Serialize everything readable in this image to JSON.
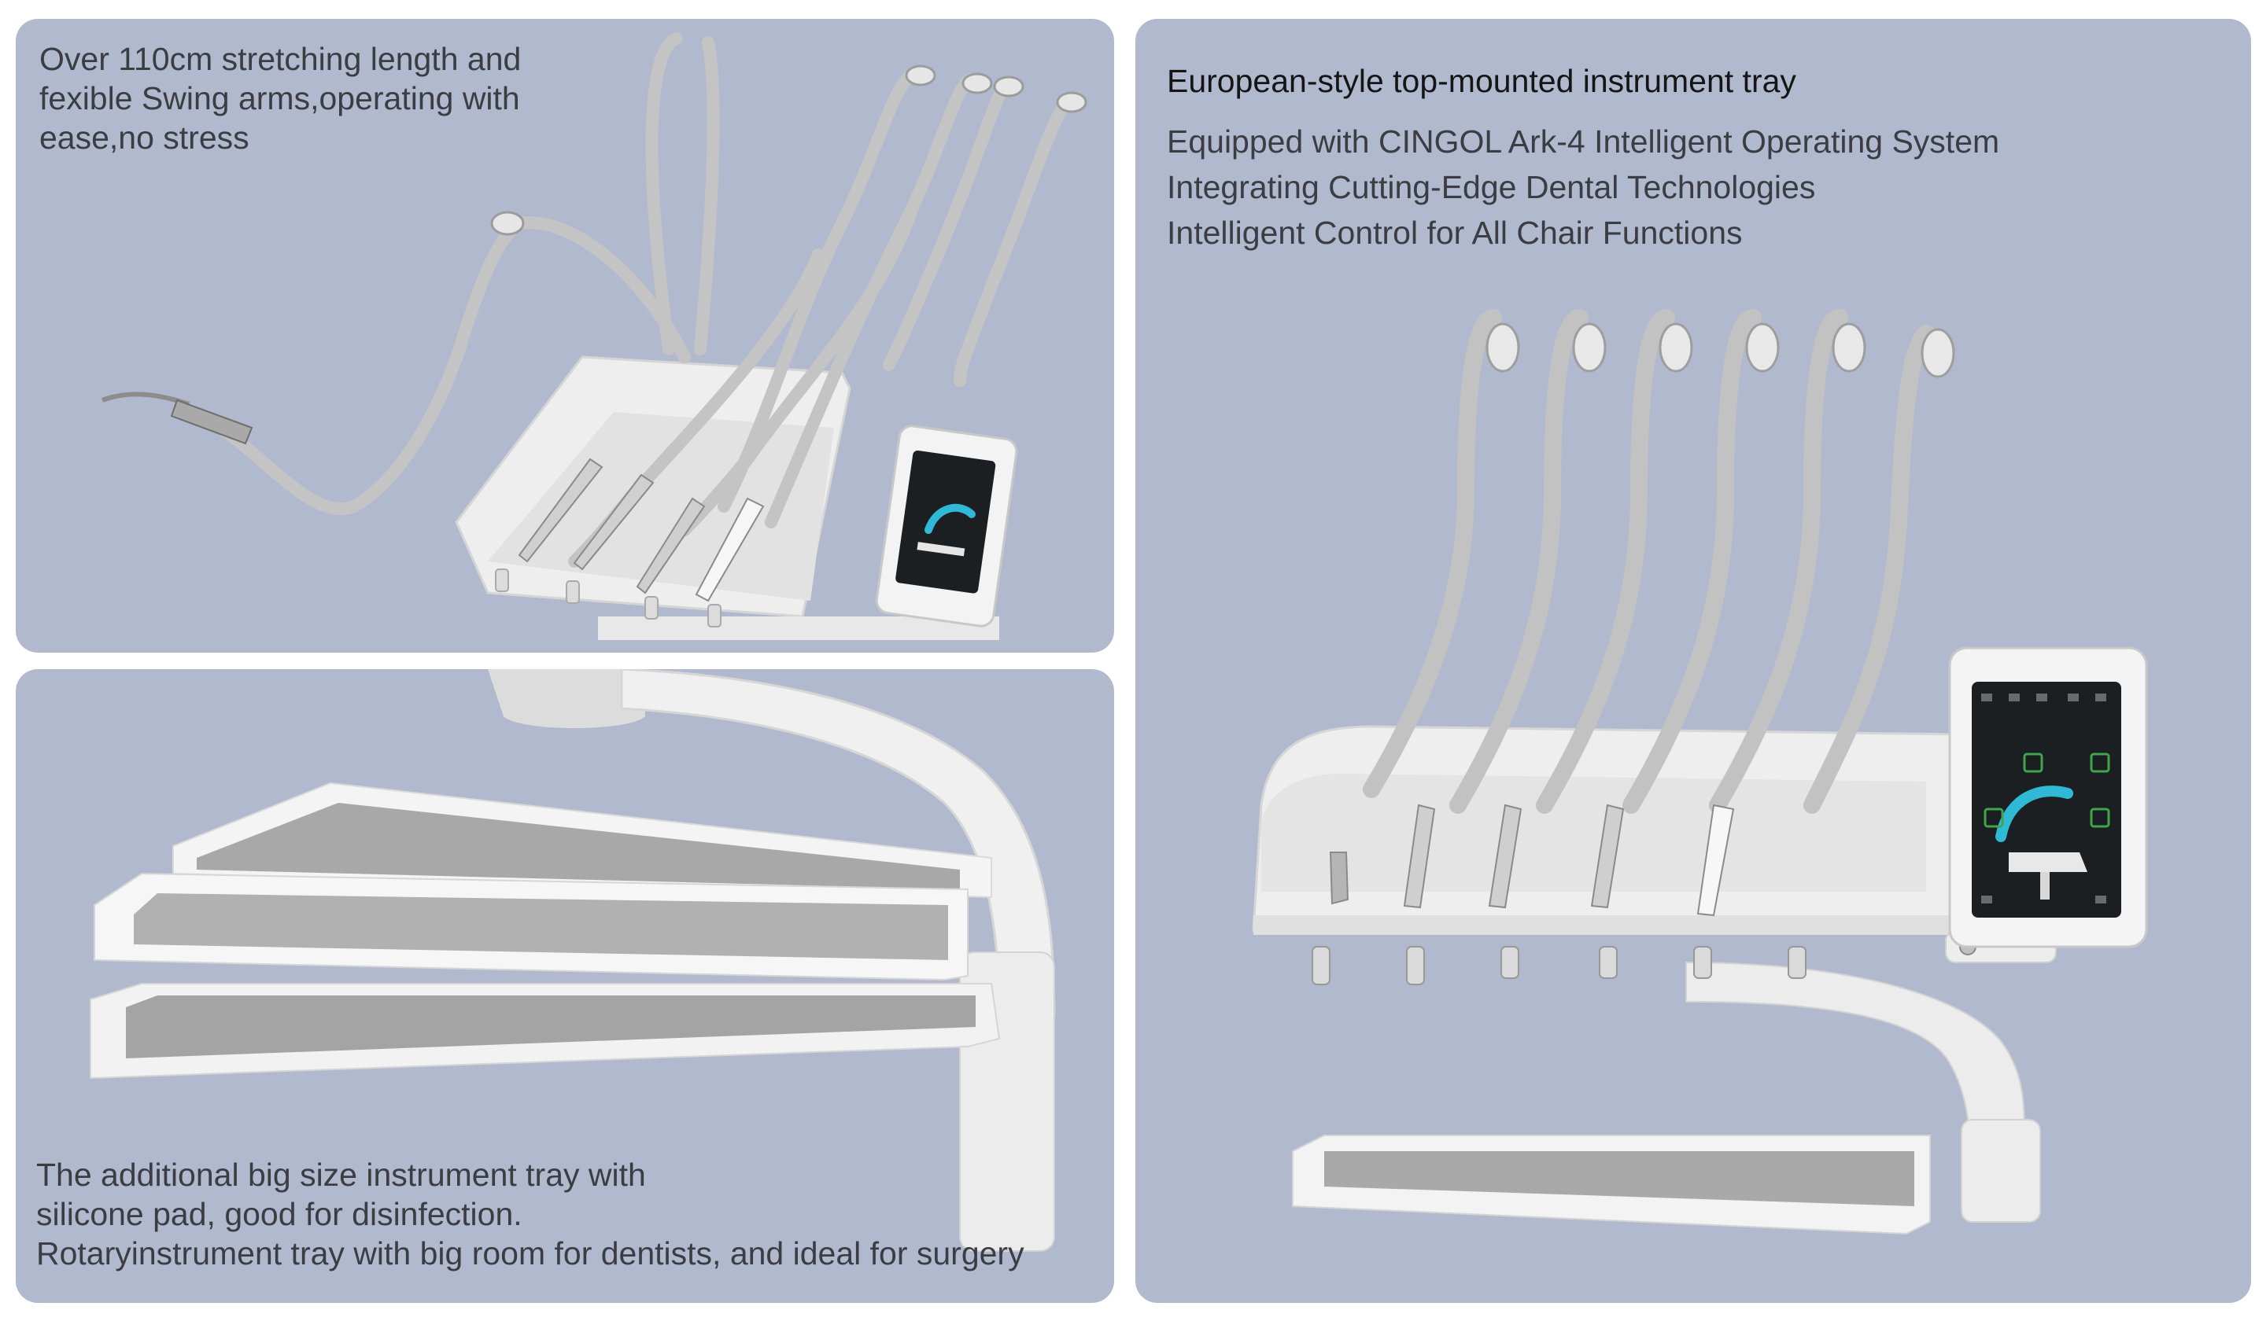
{
  "panel_top_left": {
    "lines": [
      "Over 110cm stretching length and",
      "fexible Swing arms,operating with",
      "ease,no stress"
    ]
  },
  "panel_bottom_left": {
    "lines": [
      "The additional big size instrument tray with",
      "silicone pad, good for disinfection.",
      "Rotaryinstrument tray with big room for dentists, and ideal for surgery"
    ]
  },
  "panel_right": {
    "heading": "European-style top-mounted instrument tray",
    "lines": [
      "Equipped with CINGOL Ark-4 Intelligent Operating System",
      "Integrating Cutting-Edge Dental Technologies",
      "Intelligent Control for All Chair Functions"
    ]
  },
  "colors": {
    "panel_background": "#b0b9ce",
    "text": "#3b3d42",
    "heading": "#151515",
    "product_white": "#eeeeee",
    "hose_gray": "#c2c2c2",
    "screen_dark": "#1c1f22",
    "screen_accent": "#2fb9d6"
  },
  "icons": [
    "instrument-tray-photo",
    "touch-screen-icon",
    "dental-chair-icon"
  ]
}
